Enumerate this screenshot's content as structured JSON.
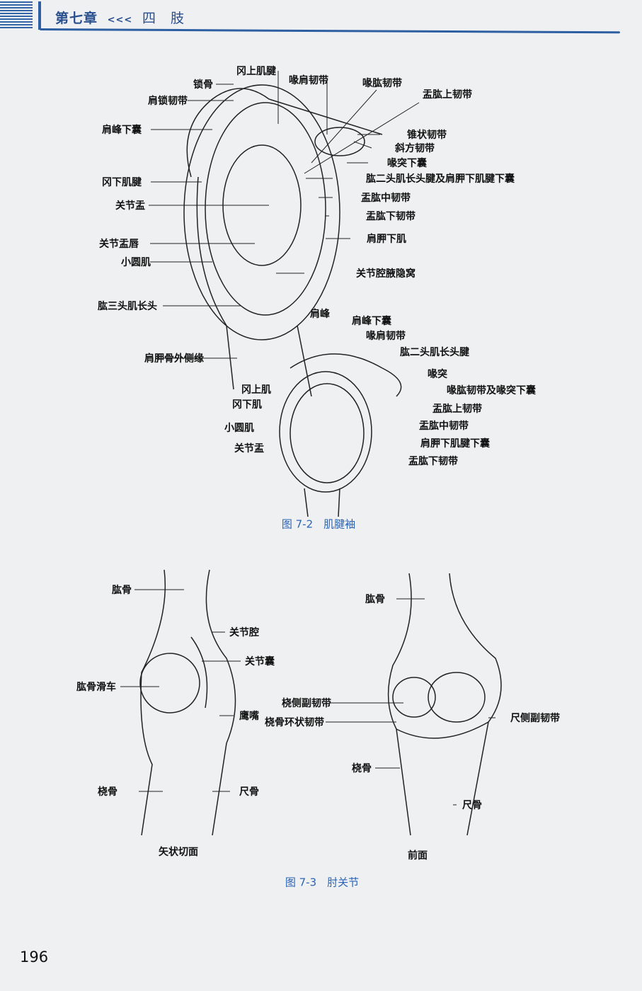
{
  "header": {
    "chapter": "第七章",
    "arrows": "<<<",
    "section": "四　肢"
  },
  "figure_7_2": {
    "caption": "图 7-2　肌腱袖",
    "upper_labels": [
      "冈上肌腱",
      "锁骨",
      "喙肩韧带",
      "喙肱韧带",
      "肩锁韧带",
      "盂肱上韧带",
      "肩峰下囊",
      "锥状韧带",
      "斜方韧带",
      "喙突下囊",
      "冈下肌腱",
      "肱二头肌长头腱及肩胛下肌腱下囊",
      "关节盂",
      "盂肱中韧带",
      "盂肱下韧带",
      "肩胛下肌",
      "关节盂唇",
      "小圆肌",
      "关节腔腋隐窝",
      "肱三头肌长头"
    ],
    "lower_labels": [
      "肩峰",
      "肩峰下囊",
      "喙肩韧带",
      "肱二头肌长头腱",
      "喙突",
      "喙肱韧带及喙突下囊",
      "肩胛骨外侧缘",
      "冈上肌",
      "冈下肌",
      "盂肱上韧带",
      "小圆肌",
      "盂肱中韧带",
      "关节盂",
      "肩胛下肌腱下囊",
      "盂肱下韧带"
    ]
  },
  "figure_7_3": {
    "caption": "图 7-3　肘关节",
    "left_labels": [
      "肱骨",
      "关节腔",
      "关节囊",
      "肱骨滑车",
      "鹰嘴",
      "桡骨",
      "尺骨",
      "矢状切面"
    ],
    "right_labels": [
      "肱骨",
      "桡侧副韧带",
      "桡骨环状韧带",
      "尺侧副韧带",
      "桡骨",
      "尺骨",
      "前面"
    ]
  },
  "page_number": "196"
}
